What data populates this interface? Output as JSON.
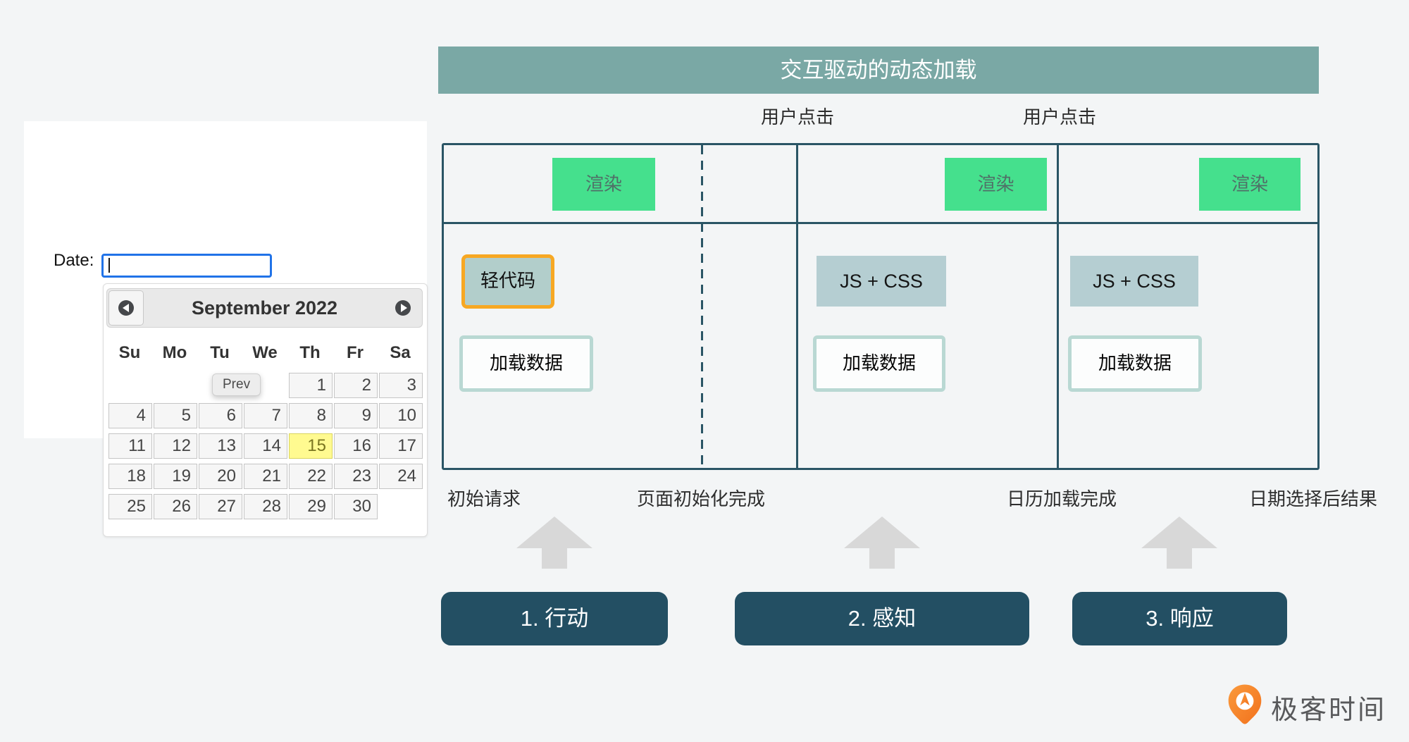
{
  "datepicker_panel": {
    "date_label": "Date:",
    "input_value": "",
    "caret_icon": "text-cursor",
    "calendar": {
      "prev_icon": "left-arrow-circle",
      "next_icon": "right-arrow-circle",
      "title": "September 2022",
      "day_headers": [
        "Su",
        "Mo",
        "Tu",
        "We",
        "Th",
        "Fr",
        "Sa"
      ],
      "weeks": [
        [
          "",
          "",
          "",
          "",
          "1",
          "2",
          "3"
        ],
        [
          "4",
          "5",
          "6",
          "7",
          "8",
          "9",
          "10"
        ],
        [
          "11",
          "12",
          "13",
          "14",
          "15",
          "16",
          "17"
        ],
        [
          "18",
          "19",
          "20",
          "21",
          "22",
          "23",
          "24"
        ],
        [
          "25",
          "26",
          "27",
          "28",
          "29",
          "30",
          ""
        ]
      ],
      "highlighted_day": "15",
      "tooltip": "Prev"
    }
  },
  "diagram": {
    "title": "交互驱动的动态加载",
    "user_click_labels": [
      "用户点击",
      "用户点击"
    ],
    "columns": [
      {
        "render": "渲染",
        "code_box": "轻代码",
        "data_box": "加载数据"
      },
      {
        "render": "渲染",
        "code_box": "JS + CSS",
        "data_box": "加载数据"
      },
      {
        "render": "渲染",
        "code_box": "JS + CSS",
        "data_box": "加载数据"
      }
    ],
    "timeline_labels": [
      "初始请求",
      "页面初始化完成",
      "日历加载完成",
      "日期选择后结果"
    ],
    "steps": [
      "1. 行动",
      "2. 感知",
      "3. 响应"
    ]
  },
  "logo": {
    "icon": "geektime-pin-icon",
    "text": "极客时间"
  },
  "colors": {
    "accent_teal_header": "#7aa8a5",
    "diagram_border": "#2a5565",
    "render_green": "#45e08d",
    "asset_teal": "#b5ced2",
    "code_fill": "#b2cecb",
    "code_orange_border": "#f7a823",
    "data_box_border": "#b9d8d3",
    "step_dark_teal": "#234f63",
    "arrow_gray": "#d8d8d8",
    "selected_day_bg": "#fffa90",
    "input_focus_blue": "#2173e8",
    "logo_orange": "#f2711c"
  }
}
